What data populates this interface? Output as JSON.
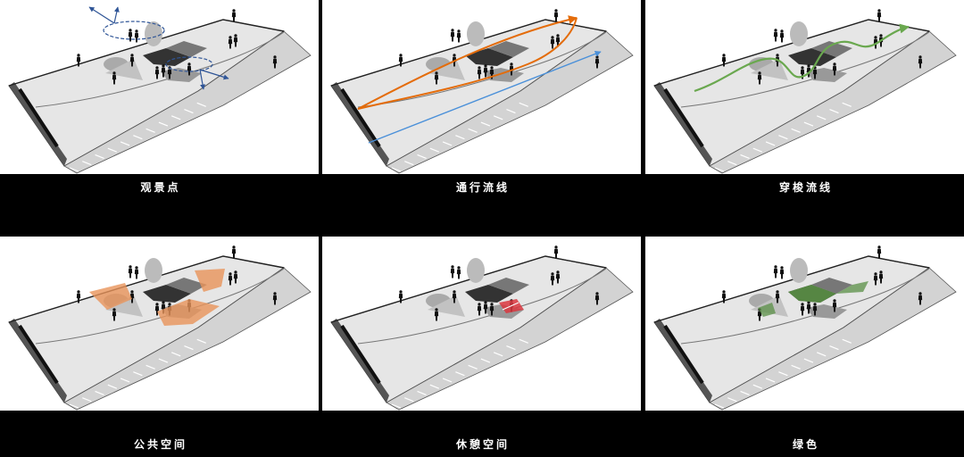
{
  "panels": [
    {
      "label": "观景点",
      "overlay": "viewpoints",
      "colors": {
        "accent": "#2f5597"
      }
    },
    {
      "label": "通行流线",
      "overlay": "circulation",
      "colors": {
        "primary": "#e46c0a",
        "secondary": "#4a90d9"
      }
    },
    {
      "label": "穿梭流线",
      "overlay": "shuttle",
      "colors": {
        "accent": "#6aa84f"
      }
    },
    {
      "label": "公共空间",
      "overlay": "public",
      "colors": {
        "accent": "#e8935a"
      }
    },
    {
      "label": "休憩空间",
      "overlay": "rest",
      "colors": {
        "accent": "#d9363e"
      }
    },
    {
      "label": "绿色",
      "overlay": "green",
      "colors": {
        "accent": "#5a8f45"
      }
    }
  ]
}
